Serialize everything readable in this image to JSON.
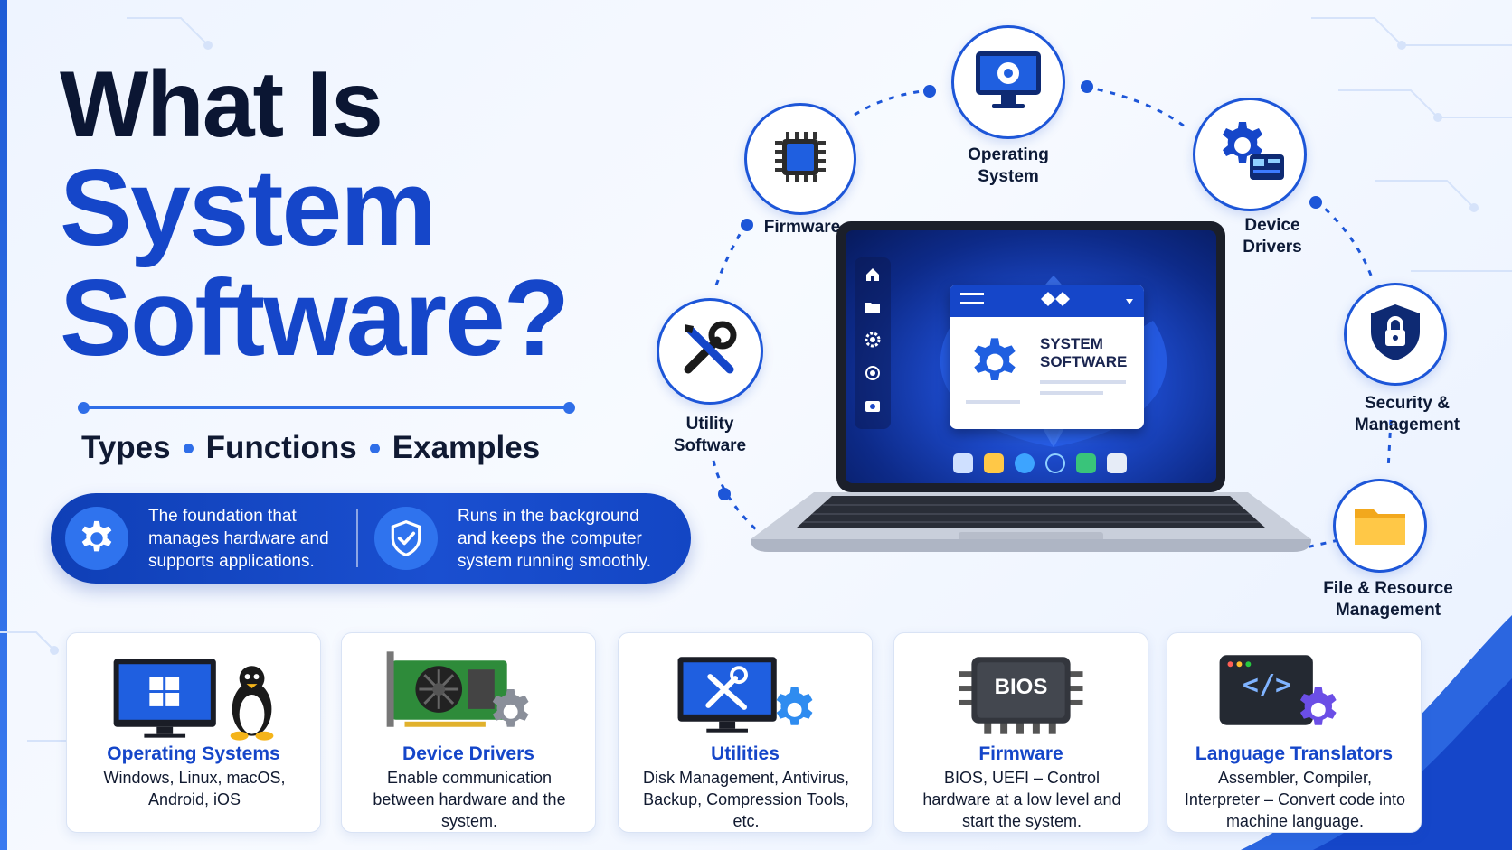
{
  "title": {
    "line1": "What Is",
    "line2": "System",
    "line3": "Software?"
  },
  "tagline": {
    "items": [
      "Types",
      "Functions",
      "Examples"
    ]
  },
  "pill": {
    "left_text": "The foundation that manages hardware and supports applications.",
    "right_text": "Runs in the background and keeps the computer system running smoothly.",
    "left_icon": "gear-icon",
    "right_icon": "shield-check-icon"
  },
  "orbit_nodes": [
    {
      "label": "Operating System",
      "icon": "monitor-gear-icon"
    },
    {
      "label": "Firmware",
      "icon": "chip-icon"
    },
    {
      "label": "Device Drivers",
      "icon": "gear-card-icon"
    },
    {
      "label": "Utility Software",
      "icon": "tools-icon"
    },
    {
      "label": "Security & Management",
      "icon": "shield-lock-icon"
    },
    {
      "label": "File & Resource Management",
      "icon": "folder-icon"
    }
  ],
  "laptop": {
    "window_title_1": "SYSTEM",
    "window_title_2": "SOFTWARE"
  },
  "cards": [
    {
      "title": "Operating Systems",
      "desc": "Windows, Linux, macOS, Android, iOS"
    },
    {
      "title": "Device Drivers",
      "desc": "Enable communication between hardware and the system."
    },
    {
      "title": "Utilities",
      "desc": "Disk Management, Antivirus, Backup, Compression Tools, etc."
    },
    {
      "title": "Firmware",
      "desc": "BIOS, UEFI – Control hardware at a low level and start the system.",
      "chip_label": "BIOS"
    },
    {
      "title": "Language Translators",
      "desc": "Assembler, Compiler, Interpreter – Convert code into machine language.",
      "code_label": "</>"
    }
  ],
  "colors": {
    "primary": "#1546c9",
    "accent": "#2f6ee8",
    "dark": "#0b1633"
  }
}
